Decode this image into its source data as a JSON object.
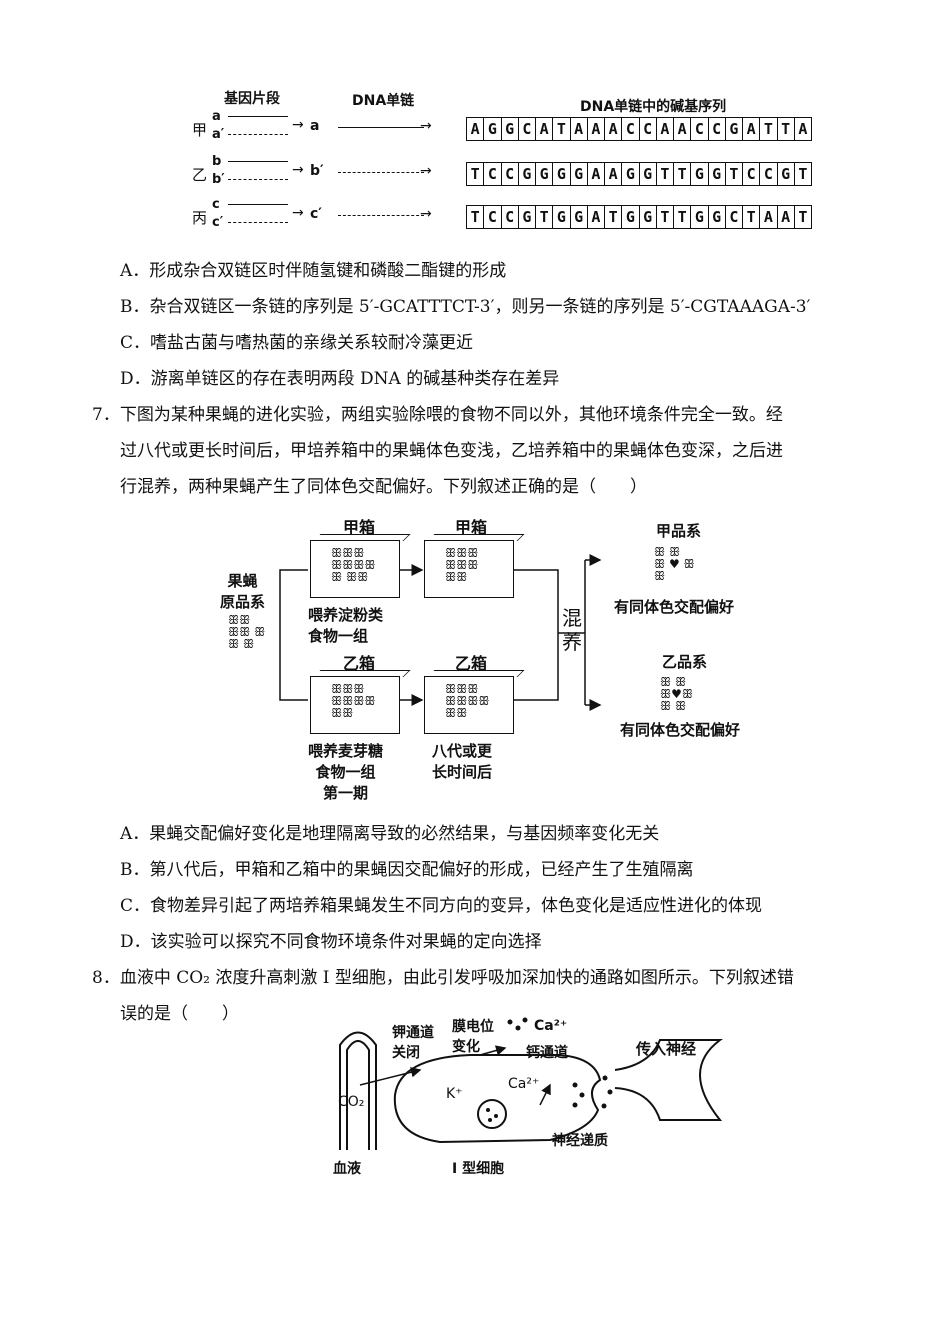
{
  "fig6": {
    "header_gene": "基因片段",
    "header_dna": "DNA单链",
    "header_seq": "DNA单链中的碱基序列",
    "rows": [
      {
        "name": "甲",
        "top": "a",
        "bottom": "a′",
        "out": "a",
        "seq": [
          "A",
          "G",
          "G",
          "C",
          "A",
          "T",
          "A",
          "A",
          "A",
          "C",
          "C",
          "A",
          "A",
          "C",
          "C",
          "G",
          "A",
          "T",
          "T",
          "A"
        ]
      },
      {
        "name": "乙",
        "top": "b",
        "bottom": "b′",
        "out": "b′",
        "seq": [
          "T",
          "C",
          "C",
          "G",
          "G",
          "G",
          "G",
          "A",
          "A",
          "G",
          "G",
          "T",
          "T",
          "G",
          "G",
          "T",
          "C",
          "C",
          "G",
          "T"
        ]
      },
      {
        "name": "丙",
        "top": "c",
        "bottom": "c′",
        "out": "c′",
        "seq": [
          "T",
          "C",
          "C",
          "G",
          "T",
          "G",
          "G",
          "A",
          "T",
          "G",
          "G",
          "T",
          "T",
          "G",
          "G",
          "C",
          "T",
          "A",
          "A",
          "T"
        ]
      }
    ]
  },
  "q6_options": {
    "A": "A．形成杂合双链区时伴随氢键和磷酸二酯键的形成",
    "B": "B．杂合双链区一条链的序列是 5′-GCATTTCT-3′，则另一条链的序列是 5′-CGTAAAGA-3′",
    "C": "C．嗜盐古菌与嗜热菌的亲缘关系较耐冷藻更近",
    "D": "D．游离单链区的存在表明两段 DNA 的碱基种类存在差异"
  },
  "q7": {
    "line1": "7．下图为某种果蝇的进化实验，两组实验除喂的食物不同以外，其他环境条件完全一致。经",
    "line2": "过八代或更长时间后，甲培养箱中的果蝇体色变浅，乙培养箱中的果蝇体色变深，之后进",
    "line3": "行混养，两种果蝇产生了同体色交配偏好。下列叙述正确的是（　　）"
  },
  "fig7": {
    "origin": "果蝇\n原品系",
    "box_jia": "甲箱",
    "box_yi": "乙箱",
    "food_jia": "喂养淀粉类\n食物一组",
    "food_yi": "喂养麦芽糖\n食物一组\n第一期",
    "generations": "八代或更\n长时间后",
    "mix": "混\n养",
    "strain_jia": "甲品系",
    "strain_yi": "乙品系",
    "pref": "有同体色交配偏好"
  },
  "q7_options": {
    "A": "A．果蝇交配偏好变化是地理隔离导致的必然结果，与基因频率变化无关",
    "B": "B．第八代后，甲箱和乙箱中的果蝇因交配偏好的形成，已经产生了生殖隔离",
    "C": "C．食物差异引起了两培养箱果蝇发生不同方向的变异，体色变化是适应性进化的体现",
    "D": "D．该实验可以探究不同食物环境条件对果蝇的定向选择"
  },
  "q8": {
    "line1": "8．血液中 CO₂ 浓度升高刺激 I 型细胞，由此引发呼吸加深加快的通路如图所示。下列叙述错",
    "line2": "误的是（　　）"
  },
  "fig8": {
    "k_channel": "钾通道\n关闭",
    "potential": "膜电位\n变化",
    "ca_channel": "钙通道",
    "ca": "Ca²⁺",
    "ca_inner": "Ca²⁺",
    "k": "K⁺",
    "co2": "CO₂",
    "afferent": "传入神经",
    "transmitter": "神经递质",
    "blood": "血液",
    "cell": "I 型细胞"
  }
}
